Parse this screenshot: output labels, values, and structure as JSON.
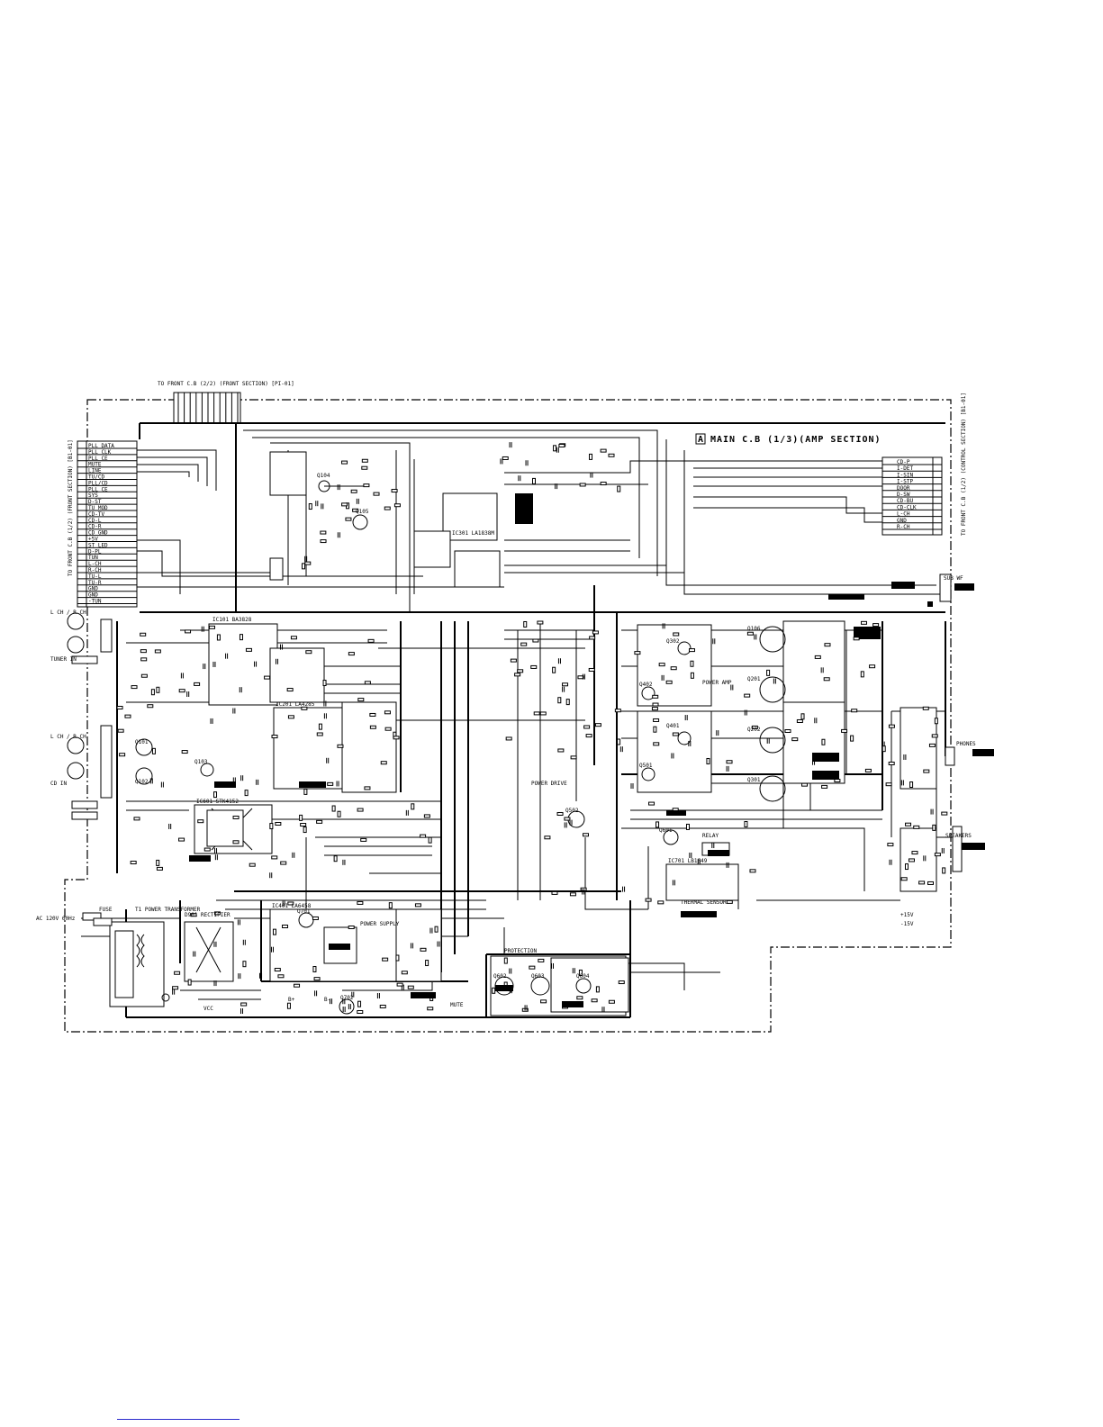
{
  "diagram": {
    "title_letter": "A",
    "title": "MAIN C.B (1/3)(AMP SECTION)",
    "top_connector_label": "TO FRONT C.B (2/2) (FRONT SECTION) [PI-01]",
    "left_connector_label": "TO FRONT C.B (1/2) (FRONT SECTION) [B1-01]",
    "right_connector_label": "TO FRONT C.B (1/2) (CONTROL SECTION) [B1-01]",
    "left_connector_pins": [
      "PLL DATA",
      "PLL CLK",
      "PLL CE",
      "MUTE",
      "LINE",
      "TU/CD",
      "PLL/CD",
      "PLL CE",
      "SYS",
      "D-ST",
      "TU MOD",
      "CD-TV",
      "CD-L",
      "CD-R",
      "CD GND",
      "+5V",
      "ST LED",
      "D-PL",
      "TUN",
      "L-CH",
      "R-CH",
      "TU-L",
      "TU-R",
      "GND",
      "GND",
      "-TUN"
    ],
    "right_connector_pins": [
      "CD-P",
      "I-DET",
      "I-SIN",
      "I-STP",
      "DOOR",
      "D-SW",
      "CD-BU",
      "CD-CLK",
      "L-CH",
      "GND",
      "R-CH"
    ],
    "jacks": [
      {
        "id": "J1",
        "label": "L CH / R CH",
        "sub": "TUNER IN"
      },
      {
        "id": "J2",
        "label": "L CH / R CH",
        "sub": "CD IN"
      },
      {
        "id": "J301",
        "label": "PHONES",
        "sub": ""
      },
      {
        "id": "J303",
        "label": "SPEAKERS",
        "sub": ""
      },
      {
        "id": "J402",
        "label": "SUB WF",
        "sub": ""
      }
    ],
    "ic_labels": [
      "IC301 LA1838M",
      "IC101 BA3828",
      "IC201 LA4285",
      "IC601 STK4152",
      "IC401 LA6458",
      "IC701 LB1649"
    ],
    "transistor_labels": [
      "Q101",
      "Q102",
      "Q103",
      "Q104",
      "Q105",
      "Q106",
      "Q201",
      "Q202",
      "Q301",
      "Q302",
      "Q401",
      "Q402",
      "Q501",
      "Q502",
      "Q601",
      "Q602",
      "Q603",
      "Q604",
      "Q701",
      "Q702"
    ],
    "annotations": [
      "POWER DRIVE",
      "POWER AMP",
      "POWER SUPPLY",
      "PROTECTION",
      "THERMAL SENSOR",
      "RELAY",
      "MUTE",
      "AC 120V 60Hz",
      "FUSE",
      "T1 POWER TRANSFORMER",
      "D901 RECTIFIER",
      "B+",
      "B-",
      "+15V",
      "-15V",
      "VCC"
    ],
    "power_input": "AC 120V 60Hz"
  }
}
